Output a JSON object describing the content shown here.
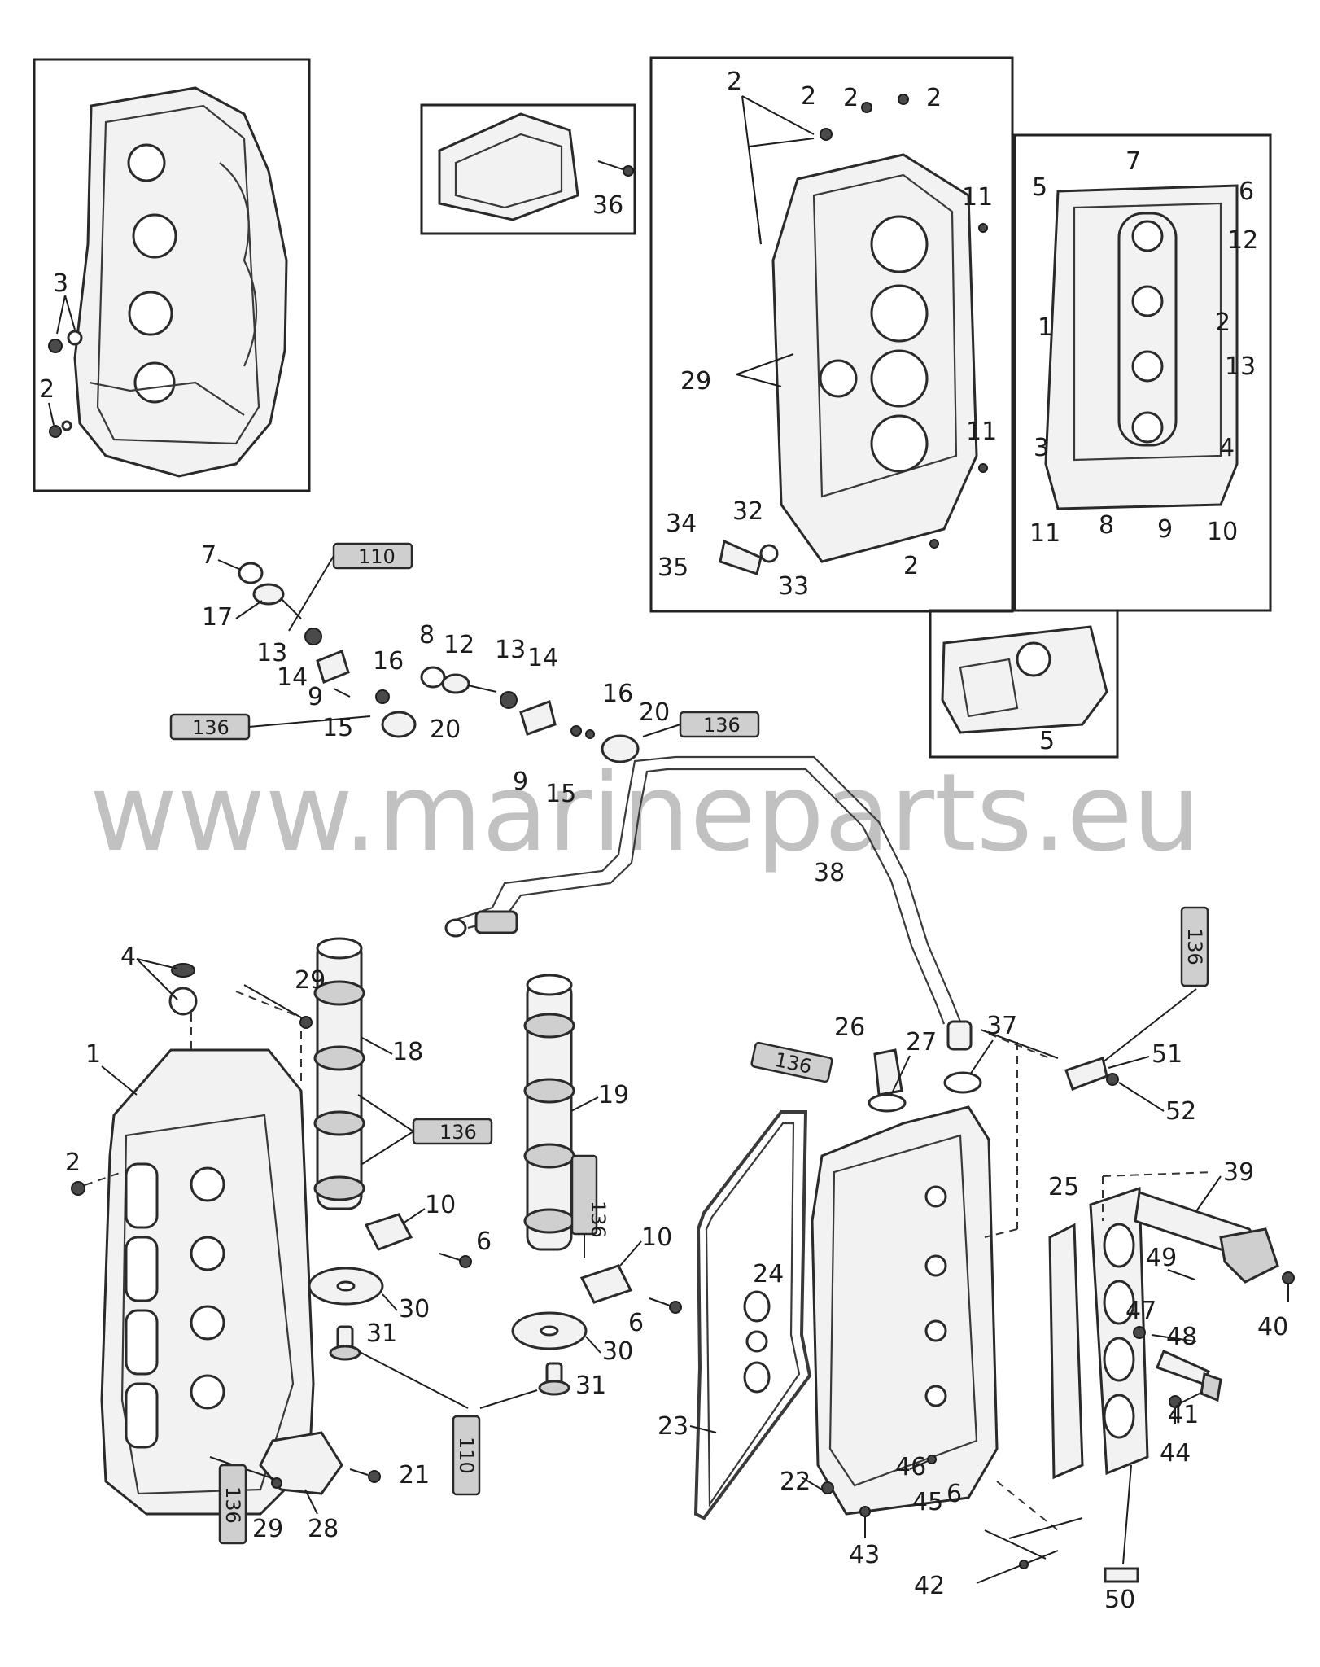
{
  "watermark": "www.marineparts.eu",
  "callouts": {
    "c1": "1",
    "c2": "2",
    "c3": "3",
    "c4": "4",
    "c5": "5",
    "c6": "6",
    "c7": "7",
    "c8": "8",
    "c9": "9",
    "c10": "10",
    "c11": "11",
    "c12": "12",
    "c13": "13",
    "c14": "14",
    "c15": "15",
    "c16": "16",
    "c17": "17",
    "c18": "18",
    "c19": "19",
    "c20": "20",
    "c21": "21",
    "c22": "22",
    "c23": "23",
    "c24": "24",
    "c25": "25",
    "c26": "26",
    "c27": "27",
    "c28": "28",
    "c29": "29",
    "c30": "30",
    "c31": "31",
    "c32": "32",
    "c33": "33",
    "c34": "34",
    "c35": "35",
    "c36": "36",
    "c37": "37",
    "c38": "38",
    "c39": "39",
    "c40": "40",
    "c41": "41",
    "c42": "42",
    "c43": "43",
    "c44": "44",
    "c45": "45",
    "c46": "46",
    "c47": "47",
    "c48": "48",
    "c49": "49",
    "c50": "50",
    "c51": "51",
    "c52": "52"
  },
  "tubes": {
    "t110": "110",
    "t136": "136"
  }
}
